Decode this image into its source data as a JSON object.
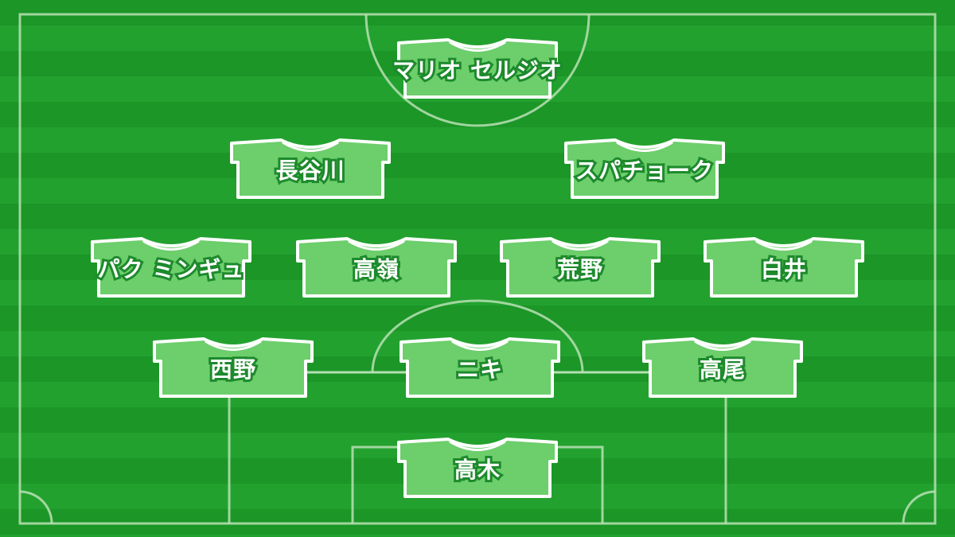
{
  "formation": {
    "players": [
      {
        "name": "マリオ セルジオ"
      },
      {
        "name": "長谷川"
      },
      {
        "name": "スパチョーク"
      },
      {
        "name": "パク ミンギュ"
      },
      {
        "name": "高嶺"
      },
      {
        "name": "荒野"
      },
      {
        "name": "白井"
      },
      {
        "name": "西野"
      },
      {
        "name": "ニキ"
      },
      {
        "name": "高尾"
      },
      {
        "name": "高木"
      }
    ]
  },
  "colors": {
    "pitch_dark": "#1b9627",
    "pitch_light": "#23a12f",
    "shirt_fill": "#6dce6c",
    "shirt_outline": "#ffffff",
    "text": "#ffffff",
    "text_outline": "#1d8a2c"
  }
}
